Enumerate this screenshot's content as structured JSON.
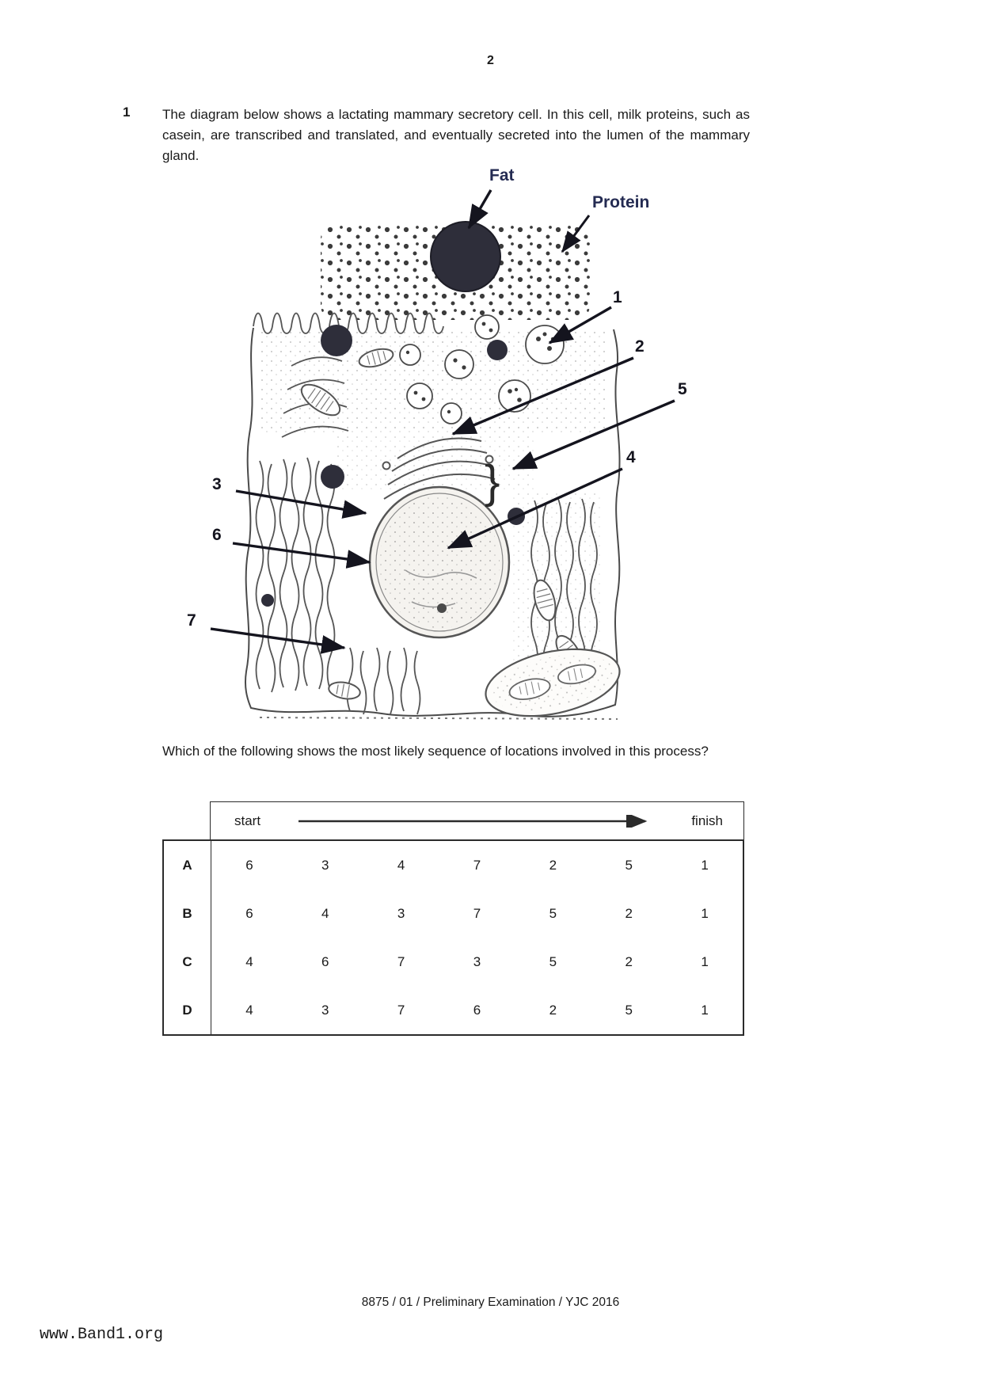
{
  "page": {
    "number": "2",
    "footer": "8875 / 01 / Preliminary Examination / YJC 2016",
    "watermark": "www.Band1.org"
  },
  "question": {
    "number": "1",
    "intro": "The diagram below shows a lactating mammary secretory cell. In this cell, milk proteins, such as casein, are transcribed and translated, and eventually secreted into the lumen of the mammary gland.",
    "prompt": "Which of the following shows the most likely sequence of locations involved in this process?"
  },
  "diagram": {
    "labels": {
      "fat": "Fat",
      "protein": "Protein"
    },
    "pointers": {
      "p1": "1",
      "p2": "2",
      "p3": "3",
      "p4": "4",
      "p5": "5",
      "p6": "6",
      "p7": "7"
    },
    "brace": "}"
  },
  "table": {
    "start_label": "start",
    "finish_label": "finish",
    "rows": [
      {
        "option": "A",
        "values": [
          "6",
          "3",
          "4",
          "7",
          "2",
          "5",
          "1"
        ]
      },
      {
        "option": "B",
        "values": [
          "6",
          "4",
          "3",
          "7",
          "5",
          "2",
          "1"
        ]
      },
      {
        "option": "C",
        "values": [
          "4",
          "6",
          "7",
          "3",
          "5",
          "2",
          "1"
        ]
      },
      {
        "option": "D",
        "values": [
          "4",
          "3",
          "7",
          "6",
          "2",
          "5",
          "1"
        ]
      }
    ]
  }
}
